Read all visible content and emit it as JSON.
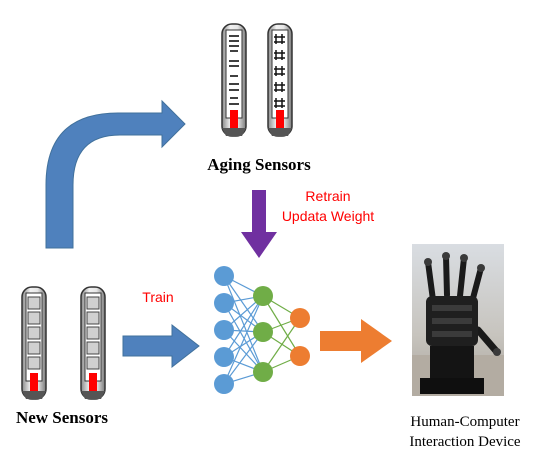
{
  "labels": {
    "aging_sensors": "Aging Sensors",
    "new_sensors": "New Sensors",
    "retrain": "Retrain",
    "update_weight": "Updata Weight",
    "train": "Train",
    "device_line1": "Human-Computer",
    "device_line2": "Interaction Device"
  },
  "colors": {
    "blue_arrow": "#4f81bd",
    "purple_arrow": "#7030a0",
    "orange_arrow": "#ed7d31",
    "red_text": "#ff0000",
    "node_blue": "#5b9bd5",
    "node_green": "#70ad47",
    "node_orange": "#ed7d31",
    "sensor_red": "#ff0000"
  },
  "network": {
    "layers": [
      {
        "name": "input",
        "nodes": 5
      },
      {
        "name": "hidden",
        "nodes": 3
      },
      {
        "name": "output",
        "nodes": 2
      }
    ]
  }
}
